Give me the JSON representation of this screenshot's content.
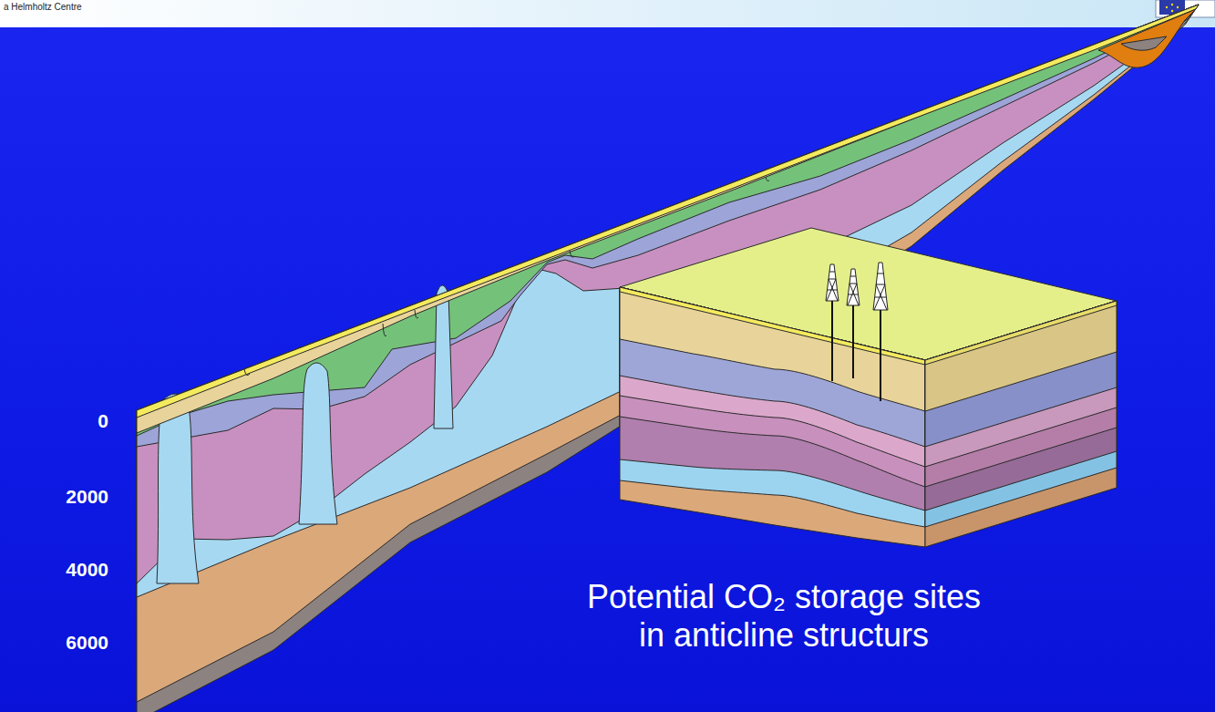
{
  "diagram": {
    "caption": "Potential CO₂ storage sites in anticline structurs",
    "labels": [
      "a Helmholtz Centre",
      "0",
      "2000",
      "4000",
      "6000"
    ]
  }
}
